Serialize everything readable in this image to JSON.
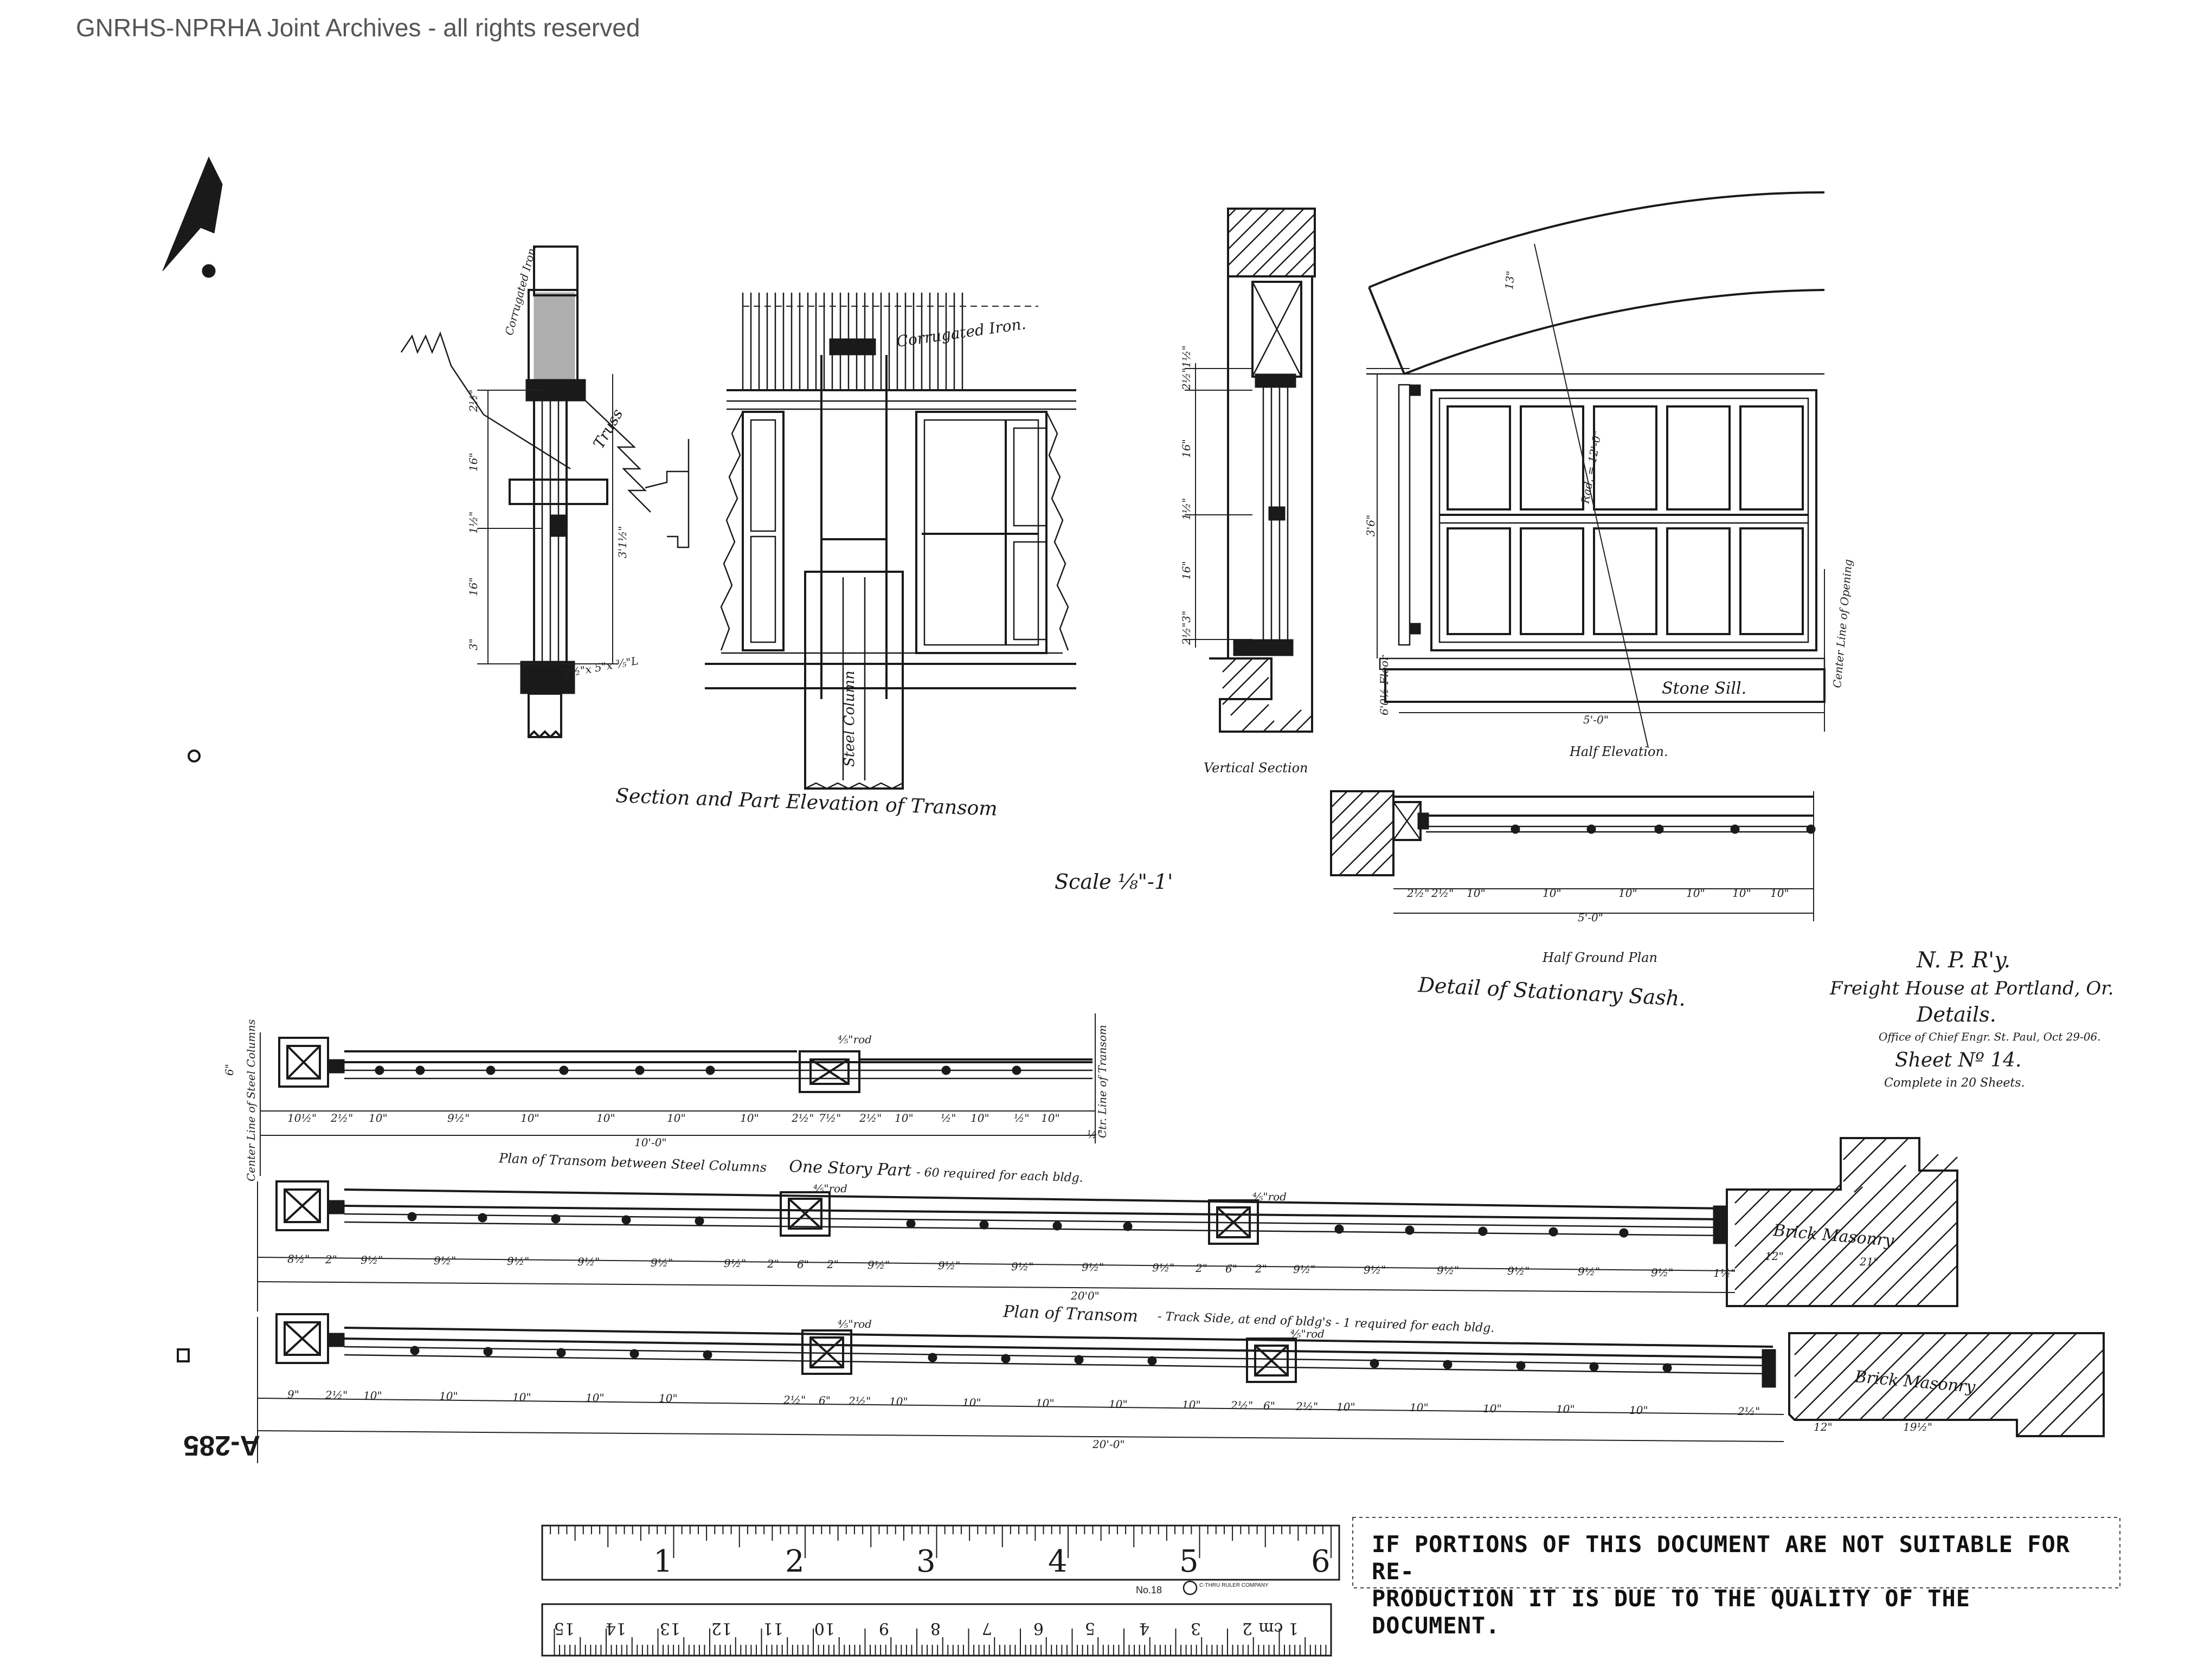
{
  "header": {
    "watermark": "GNRHS-NPRHA Joint Archives - all rights reserved"
  },
  "titleblock": {
    "railway": "N. P. R'y.",
    "project": "Freight House at Portland, Or.",
    "subject": "Details.",
    "office": "Office of Chief Engr. St. Paul, Oct 29-06.",
    "sheet": "Sheet Nº 14.",
    "complete": "Complete in 20 Sheets."
  },
  "transom_section": {
    "caption": "Section and Part Elevation of Transom",
    "corrugated": "Corrugated Iron.",
    "truss": "Truss",
    "steel_column": "Steel Column",
    "dims": [
      "2½\"",
      "16\"",
      "1½\"",
      "16\"",
      "3\"",
      "3'1½\"",
      "3½\"x 5\"x ⅗\"L"
    ]
  },
  "scale": "Scale ⅛\"-1'",
  "sash": {
    "vertical_section": "Vertical Section",
    "half_elevation": "Half Elevation.",
    "stone_sill": "Stone Sill.",
    "radius": "Rad. = 12'-0\"",
    "center_line": "Center Line of Opening",
    "floor": "6'0½ Floor",
    "height": "3'6\"",
    "width": "5'-0\"",
    "top": "13\"",
    "half_ground_plan": "Half Ground Plan",
    "detail": "Detail of Stationary Sash.",
    "plan_dims": [
      "2½\"",
      "2½\"",
      "10\"",
      "10\"",
      "10\"",
      "10\"",
      "10\"",
      "10\"",
      "5'-0\""
    ],
    "vs_dims": [
      "2½\"1½\"",
      "16\"",
      "1½\"",
      "16\"",
      "2½\"3\""
    ]
  },
  "plan1": {
    "caption": "Plan of Transom between Steel Columns",
    "part": "One Story Part",
    "qty": "- 60 required for each bldg.",
    "rod": "⅘\"rod",
    "total": "10'-0\"",
    "left_side": "Center Line of Steel Columns",
    "right_side": "Ctr. Line of Transom",
    "six": "6\"",
    "dims": [
      "10½\"",
      "2½\"",
      "10\"",
      "9½\"",
      "10\"",
      "10\"",
      "10\"",
      "10\"",
      "2½\"",
      "7½\"",
      "2½\"",
      "10\"",
      "½\"",
      "10\"",
      "½\"",
      "10\"",
      "½\""
    ]
  },
  "plan2": {
    "caption": "Plan of Transom",
    "qty": "- Track Side, at end of bldg's - 1 required for each bldg.",
    "rod1": "⅘\"rod",
    "rod2": "⅘\"rod",
    "total": "20'0\"",
    "brick": "Brick Masonry",
    "brick_dims": [
      "12\"",
      "21\""
    ],
    "dims": [
      "8½\"",
      "2\"",
      "9½\"",
      "9½\"",
      "9½\"",
      "9½\"",
      "9½\"",
      "9½\"",
      "2\"",
      "6\"",
      "2\"",
      "9½\"",
      "9½\"",
      "9½\"",
      "9½\"",
      "9½\"",
      "2\"",
      "6\"",
      "2\"",
      "9½\"",
      "9½\"",
      "9½\"",
      "9½\"",
      "9½\"",
      "9½\"",
      "1½\""
    ]
  },
  "plan3": {
    "rod1": "⅘\"rod",
    "rod2": "⅘\"rod",
    "total": "20'-0\"",
    "brick": "Brick Masonry",
    "brick_dims": [
      "12\"",
      "19½\""
    ],
    "dims": [
      "9\"",
      "2½\"",
      "10\"",
      "10\"",
      "10\"",
      "10\"",
      "10\"",
      "2½\"",
      "6\"",
      "2½\"",
      "10\"",
      "10\"",
      "10\"",
      "10\"",
      "10\"",
      "2½\"",
      "6\"",
      "2½\"",
      "10\"",
      "10\"",
      "10\"",
      "10\"",
      "10\"",
      "2½\""
    ]
  },
  "ruler": {
    "inches": [
      "1",
      "2",
      "3",
      "4",
      "5",
      "6"
    ],
    "cm": [
      "1 cm",
      "2",
      "3",
      "4",
      "5",
      "6",
      "7",
      "8",
      "9",
      "10",
      "11",
      "12",
      "13",
      "14",
      "15"
    ],
    "model": "No.18",
    "maker": "C-THRU RULER COMPANY"
  },
  "notice": {
    "line1": "IF PORTIONS OF THIS DOCUMENT ARE NOT SUITABLE FOR RE-",
    "line2": "PRODUCTION IT IS DUE TO THE QUALITY OF THE DOCUMENT."
  },
  "stamp": "A-285"
}
